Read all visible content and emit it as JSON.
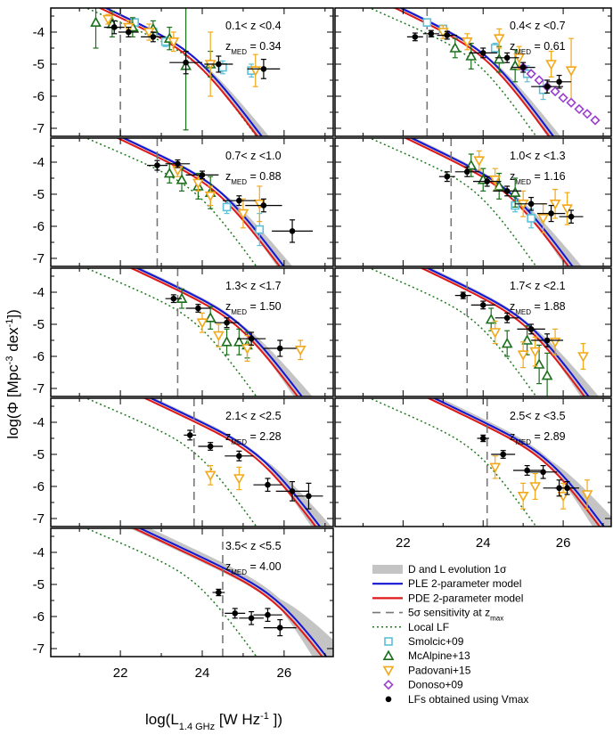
{
  "chart_data": {
    "type": "scatter",
    "title": "",
    "xlabel": "log(L1.4 GHz [W Hz-1 ])",
    "ylabel": "log(Φ [Mpc-3 dex-1])",
    "xlim": [
      20.3,
      27.2
    ],
    "ylim": [
      -7.25,
      -3.25
    ],
    "x_ticks": [
      "22",
      "24",
      "26"
    ],
    "y_ticks": [
      "-4",
      "-5",
      "-6",
      "-7"
    ],
    "legend": [
      {
        "key": "band",
        "label": "D and L evolution 1σ"
      },
      {
        "key": "ple",
        "label": "PLE 2-parameter model"
      },
      {
        "key": "pde",
        "label": "PDE 2-parameter model"
      },
      {
        "key": "sens",
        "label": "5σ sensitivity at zmax"
      },
      {
        "key": "local",
        "label": "Local LF"
      },
      {
        "key": "smolcic",
        "label": "Smolcic+09"
      },
      {
        "key": "mcalpine",
        "label": "McAlpine+13"
      },
      {
        "key": "padovani",
        "label": "Padovani+15"
      },
      {
        "key": "donoso",
        "label": "Donoso+09"
      },
      {
        "key": "vmax",
        "label": "LFs obtained using Vmax"
      }
    ],
    "colors": {
      "band": "#c4c4c4",
      "ple": "#1414d2",
      "pde": "#e01818",
      "sens": "#777777",
      "local": "#1e7a1e",
      "smolcic": "#5cc0d8",
      "mcalpine": "#1b6f1b",
      "padovani": "#f2a81a",
      "donoso": "#9a3fd0",
      "vmax": "#000000"
    },
    "panels": [
      {
        "zrange": "0.1< z <0.4",
        "zmed": "= 0.34",
        "sens": 22.0,
        "Lstar": 23.9,
        "phistar": -4.6,
        "phiev": 0.0,
        "shift": 0.0,
        "bw": [
          0.04,
          0.15
        ],
        "vmax": [
          [
            21.85,
            -3.85,
            0.25,
            0.2
          ],
          [
            22.2,
            -4.0,
            0.25,
            0.15
          ],
          [
            22.8,
            -4.15,
            0.3,
            0.15
          ],
          [
            23.6,
            -4.95,
            0.4,
            0.35
          ],
          [
            24.4,
            -5.0,
            0.35,
            0.25
          ],
          [
            25.5,
            -5.15,
            0.4,
            0.3
          ]
        ],
        "smolcic": [
          [
            22.35,
            -3.7,
            0.08
          ],
          [
            22.8,
            -4.0,
            0.1
          ],
          [
            23.1,
            -4.3,
            0.15
          ],
          [
            24.5,
            -5.1,
            0.2
          ],
          [
            25.2,
            -5.2,
            0.2
          ]
        ],
        "mcalpine": [
          [
            21.4,
            -3.7,
            0.8
          ],
          [
            21.8,
            -3.75,
            0.4
          ],
          [
            22.3,
            -3.85,
            0.3
          ],
          [
            22.8,
            -3.9,
            0.25
          ],
          [
            23.2,
            -4.2,
            0.35
          ],
          [
            23.6,
            -5.05,
            2.0
          ],
          [
            24.2,
            -5.0,
            0.4
          ]
        ],
        "padovani": [
          [
            21.7,
            -3.6,
            0.15
          ],
          [
            22.2,
            -3.85,
            0.2
          ],
          [
            22.7,
            -4.0,
            0.25
          ],
          [
            23.3,
            -4.3,
            0.3
          ],
          [
            24.2,
            -5.0,
            1.0
          ],
          [
            25.3,
            -5.2,
            0.5
          ]
        ],
        "donoso": []
      },
      {
        "zrange": "0.4< z <0.7",
        "zmed": "= 0.61",
        "sens": 22.6,
        "Lstar": 24.1,
        "phistar": -4.6,
        "phiev": 0.0,
        "shift": 0.1,
        "bw": [
          0.05,
          0.15
        ],
        "vmax": [
          [
            22.3,
            -4.15,
            0.2,
            0.12
          ],
          [
            22.7,
            -4.05,
            0.2,
            0.1
          ],
          [
            23.1,
            -4.1,
            0.25,
            0.12
          ],
          [
            24.0,
            -4.65,
            0.35,
            0.15
          ],
          [
            24.6,
            -4.8,
            0.3,
            0.15
          ],
          [
            25.0,
            -5.1,
            0.3,
            0.15
          ],
          [
            25.6,
            -5.7,
            0.4,
            0.2
          ],
          [
            25.9,
            -5.55,
            0.3,
            0.2
          ]
        ],
        "smolcic": [
          [
            22.6,
            -3.7,
            0.1
          ],
          [
            23.0,
            -3.9,
            0.1
          ],
          [
            24.3,
            -4.5,
            0.15
          ],
          [
            25.1,
            -5.3,
            0.25
          ],
          [
            25.5,
            -5.8,
            0.3
          ]
        ],
        "mcalpine": [
          [
            23.3,
            -4.5,
            0.3
          ],
          [
            23.7,
            -4.75,
            0.4
          ],
          [
            24.4,
            -4.85,
            0.4
          ],
          [
            24.8,
            -5.05,
            0.5
          ]
        ],
        "padovani": [
          [
            23.0,
            -4.0,
            0.2
          ],
          [
            23.6,
            -4.3,
            0.25
          ],
          [
            24.4,
            -4.2,
            0.3
          ],
          [
            24.9,
            -4.8,
            0.35
          ],
          [
            25.7,
            -5.0,
            0.4
          ],
          [
            26.2,
            -5.2,
            1.0
          ]
        ],
        "donoso": [
          [
            25.0,
            -5.1,
            0.1
          ],
          [
            25.2,
            -5.3,
            0.1
          ],
          [
            25.4,
            -5.5,
            0.1
          ],
          [
            25.6,
            -5.7,
            0.1
          ],
          [
            25.8,
            -5.85,
            0.1
          ],
          [
            26.0,
            -6.05,
            0.1
          ],
          [
            26.2,
            -6.2,
            0.1
          ],
          [
            26.4,
            -6.4,
            0.1
          ],
          [
            26.6,
            -6.55,
            0.1
          ],
          [
            26.8,
            -6.75,
            0.1
          ]
        ]
      },
      {
        "zrange": "0.7< z <1.0",
        "zmed": "= 0.88",
        "sens": 22.9,
        "Lstar": 24.3,
        "phistar": -4.7,
        "phiev": 0.0,
        "shift": 0.2,
        "bw": [
          0.05,
          0.18
        ],
        "vmax": [
          [
            22.9,
            -4.1,
            0.25,
            0.15
          ],
          [
            23.4,
            -4.05,
            0.3,
            0.12
          ],
          [
            24.0,
            -4.4,
            0.4,
            0.12
          ],
          [
            24.9,
            -5.2,
            0.4,
            0.15
          ],
          [
            25.5,
            -5.35,
            0.45,
            0.2
          ],
          [
            26.2,
            -6.15,
            0.5,
            0.35
          ]
        ],
        "smolcic": [
          [
            24.6,
            -5.4,
            0.2
          ],
          [
            25.4,
            -6.1,
            0.5
          ]
        ],
        "mcalpine": [
          [
            23.2,
            -4.35,
            0.3
          ],
          [
            23.5,
            -4.55,
            0.35
          ],
          [
            23.9,
            -4.75,
            0.4
          ],
          [
            24.2,
            -4.95,
            0.5
          ]
        ],
        "padovani": [
          [
            23.4,
            -4.25,
            0.2
          ],
          [
            23.9,
            -4.65,
            0.25
          ],
          [
            24.2,
            -5.05,
            0.3
          ],
          [
            25.0,
            -5.6,
            0.45
          ],
          [
            25.4,
            -5.3,
            0.55
          ]
        ],
        "donoso": []
      },
      {
        "zrange": "1.0< z <1.3",
        "zmed": "= 1.16",
        "sens": 23.2,
        "Lstar": 24.5,
        "phistar": -4.8,
        "phiev": 0.0,
        "shift": 0.3,
        "bw": [
          0.06,
          0.2
        ],
        "vmax": [
          [
            23.1,
            -4.45,
            0.2,
            0.15
          ],
          [
            23.6,
            -4.3,
            0.3,
            0.15
          ],
          [
            24.1,
            -4.6,
            0.35,
            0.15
          ],
          [
            24.6,
            -4.9,
            0.35,
            0.15
          ],
          [
            25.2,
            -5.3,
            0.4,
            0.2
          ],
          [
            25.7,
            -5.6,
            0.35,
            0.25
          ],
          [
            26.2,
            -5.7,
            0.3,
            0.2
          ]
        ],
        "smolcic": [
          [
            24.8,
            -5.35,
            0.2
          ],
          [
            25.2,
            -5.75,
            0.3
          ]
        ],
        "mcalpine": [
          [
            23.7,
            -4.1,
            0.35
          ],
          [
            24.0,
            -4.55,
            0.35
          ],
          [
            24.4,
            -4.75,
            0.4
          ],
          [
            24.8,
            -4.95,
            0.45
          ]
        ],
        "padovani": [
          [
            23.9,
            -3.95,
            0.3
          ],
          [
            24.3,
            -4.55,
            0.35
          ],
          [
            25.0,
            -5.3,
            0.4
          ],
          [
            25.5,
            -5.75,
            0.45
          ],
          [
            25.8,
            -5.3,
            0.45
          ],
          [
            26.1,
            -5.45,
            0.5
          ]
        ],
        "donoso": []
      },
      {
        "zrange": "1.3< z <1.7",
        "zmed": "= 1.50",
        "sens": 23.4,
        "Lstar": 24.6,
        "phistar": -4.8,
        "phiev": 0.0,
        "shift": 0.4,
        "bw": [
          0.06,
          0.22
        ],
        "vmax": [
          [
            23.3,
            -4.2,
            0.2,
            0.12
          ],
          [
            23.9,
            -4.5,
            0.3,
            0.12
          ],
          [
            24.6,
            -4.95,
            0.3,
            0.15
          ],
          [
            25.2,
            -5.45,
            0.35,
            0.2
          ],
          [
            25.9,
            -5.75,
            0.4,
            0.25
          ]
        ],
        "smolcic": [],
        "mcalpine": [
          [
            23.5,
            -4.2,
            0.3
          ],
          [
            24.2,
            -4.8,
            0.35
          ],
          [
            24.6,
            -5.55,
            0.4
          ],
          [
            24.9,
            -5.55,
            0.4
          ],
          [
            25.1,
            -5.65,
            0.4
          ]
        ],
        "padovani": [
          [
            24.0,
            -4.95,
            0.3
          ],
          [
            24.4,
            -5.35,
            0.35
          ],
          [
            25.1,
            -5.75,
            0.4
          ],
          [
            26.4,
            -5.8,
            0.3
          ]
        ],
        "donoso": []
      },
      {
        "zrange": "1.7< z <2.1",
        "zmed": "= 1.88",
        "sens": 23.6,
        "Lstar": 24.7,
        "phistar": -4.8,
        "phiev": 0.0,
        "shift": 0.5,
        "bw": [
          0.06,
          0.22
        ],
        "vmax": [
          [
            23.5,
            -4.1,
            0.2,
            0.1
          ],
          [
            24.0,
            -4.4,
            0.3,
            0.12
          ],
          [
            24.6,
            -4.8,
            0.3,
            0.15
          ],
          [
            25.2,
            -5.15,
            0.35,
            0.15
          ],
          [
            25.6,
            -5.5,
            0.4,
            0.2
          ]
        ],
        "smolcic": [],
        "mcalpine": [
          [
            24.2,
            -4.85,
            0.35
          ],
          [
            24.6,
            -5.6,
            0.4
          ],
          [
            25.1,
            -5.5,
            0.45
          ],
          [
            25.4,
            -6.25,
            0.6
          ],
          [
            25.6,
            -6.6,
            0.7
          ]
        ],
        "padovani": [
          [
            24.3,
            -5.25,
            0.35
          ],
          [
            25.0,
            -5.95,
            0.4
          ],
          [
            25.3,
            -5.85,
            0.45
          ],
          [
            25.8,
            -5.55,
            0.4
          ],
          [
            26.5,
            -6.0,
            0.4
          ]
        ],
        "donoso": []
      },
      {
        "zrange": "2.1< z <2.5",
        "zmed": "= 2.28",
        "sens": 23.8,
        "Lstar": 24.9,
        "phistar": -4.9,
        "phiev": 0.0,
        "shift": 0.6,
        "bw": [
          0.06,
          0.25
        ],
        "vmax": [
          [
            23.7,
            -4.4,
            0.15,
            0.15
          ],
          [
            24.2,
            -4.75,
            0.3,
            0.12
          ],
          [
            24.9,
            -5.05,
            0.35,
            0.15
          ],
          [
            25.6,
            -5.95,
            0.35,
            0.2
          ],
          [
            26.2,
            -6.15,
            0.4,
            0.3
          ],
          [
            26.6,
            -6.3,
            0.35,
            0.4
          ]
        ],
        "smolcic": [],
        "mcalpine": [],
        "padovani": [
          [
            24.2,
            -5.65,
            0.3
          ],
          [
            24.9,
            -5.75,
            0.35
          ]
        ],
        "donoso": []
      },
      {
        "zrange": "2.5< z <3.5",
        "zmed": "= 2.89",
        "sens": 24.1,
        "Lstar": 25.0,
        "phistar": -5.0,
        "phiev": 0.0,
        "shift": 0.7,
        "bw": [
          0.1,
          0.35
        ],
        "vmax": [
          [
            24.0,
            -4.5,
            0.15,
            0.1
          ],
          [
            24.5,
            -5.0,
            0.3,
            0.12
          ],
          [
            25.1,
            -5.5,
            0.35,
            0.15
          ],
          [
            25.5,
            -5.55,
            0.35,
            0.2
          ],
          [
            25.9,
            -6.05,
            0.4,
            0.25
          ],
          [
            26.1,
            -6.05,
            0.3,
            0.2
          ]
        ],
        "smolcic": [],
        "mcalpine": [],
        "padovani": [
          [
            24.3,
            -5.4,
            0.35
          ],
          [
            25.0,
            -6.3,
            0.4
          ],
          [
            25.3,
            -6.0,
            0.4
          ],
          [
            26.0,
            -6.3,
            0.4
          ],
          [
            26.6,
            -6.25,
            0.45
          ]
        ],
        "donoso": []
      },
      {
        "zrange": "3.5< z <5.5",
        "zmed": "= 4.00",
        "sens": 24.5,
        "Lstar": 25.1,
        "phistar": -5.3,
        "phiev": 0.0,
        "shift": 0.8,
        "bw": [
          0.15,
          0.5
        ],
        "vmax": [
          [
            24.4,
            -5.25,
            0.15,
            0.1
          ],
          [
            24.8,
            -5.9,
            0.25,
            0.15
          ],
          [
            25.2,
            -6.05,
            0.3,
            0.2
          ],
          [
            25.6,
            -5.95,
            0.35,
            0.2
          ],
          [
            25.9,
            -6.35,
            0.4,
            0.25
          ]
        ],
        "smolcic": [],
        "mcalpine": [],
        "padovani": [],
        "donoso": []
      }
    ]
  }
}
